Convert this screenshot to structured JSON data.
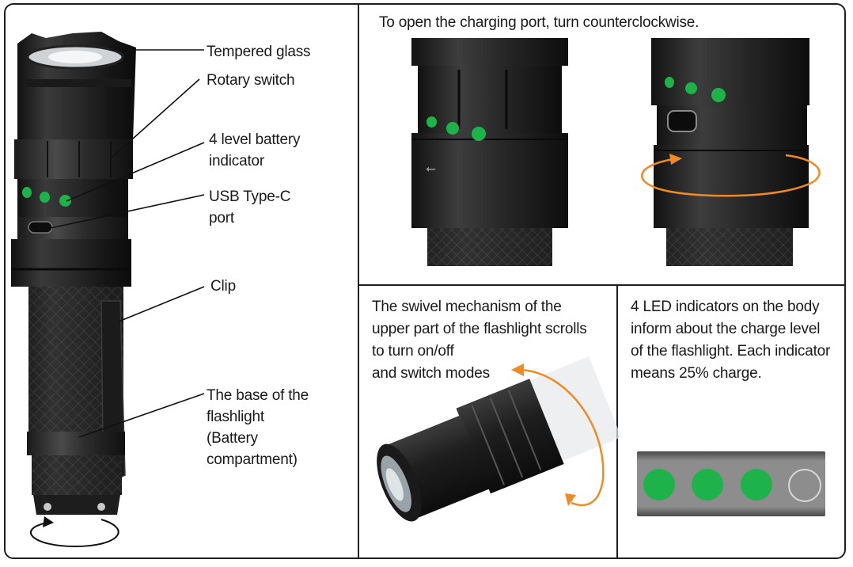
{
  "left_panel": {
    "labels": {
      "tempered_glass": "Tempered glass",
      "rotary_switch": "Rotary switch",
      "battery_indicator": "4 level battery\nindicator",
      "usb_port": "USB Type-C\nport",
      "clip": "Clip",
      "base": "The base of the\nflashlight\n(Battery\ncompartment)"
    }
  },
  "top_right_panel": {
    "caption": "To open the charging port, turn counterclockwise."
  },
  "bottom_middle_panel": {
    "caption": "The swivel mechanism of the\nupper part of the flashlight scrolls\nto turn on/off\nand switch modes"
  },
  "bottom_right_panel": {
    "caption": "4 LED indicators on the body\ninform about the charge level\nof the flashlight. Each indicator\nmeans 25% charge.",
    "indicator_level": 0.75,
    "indicators_lit": 3,
    "indicators_total": 4
  },
  "colors": {
    "led_green": "#1db34a",
    "arrow_orange": "#f08a24",
    "body_dark": "#232323",
    "frame": "#1e1e1e"
  }
}
